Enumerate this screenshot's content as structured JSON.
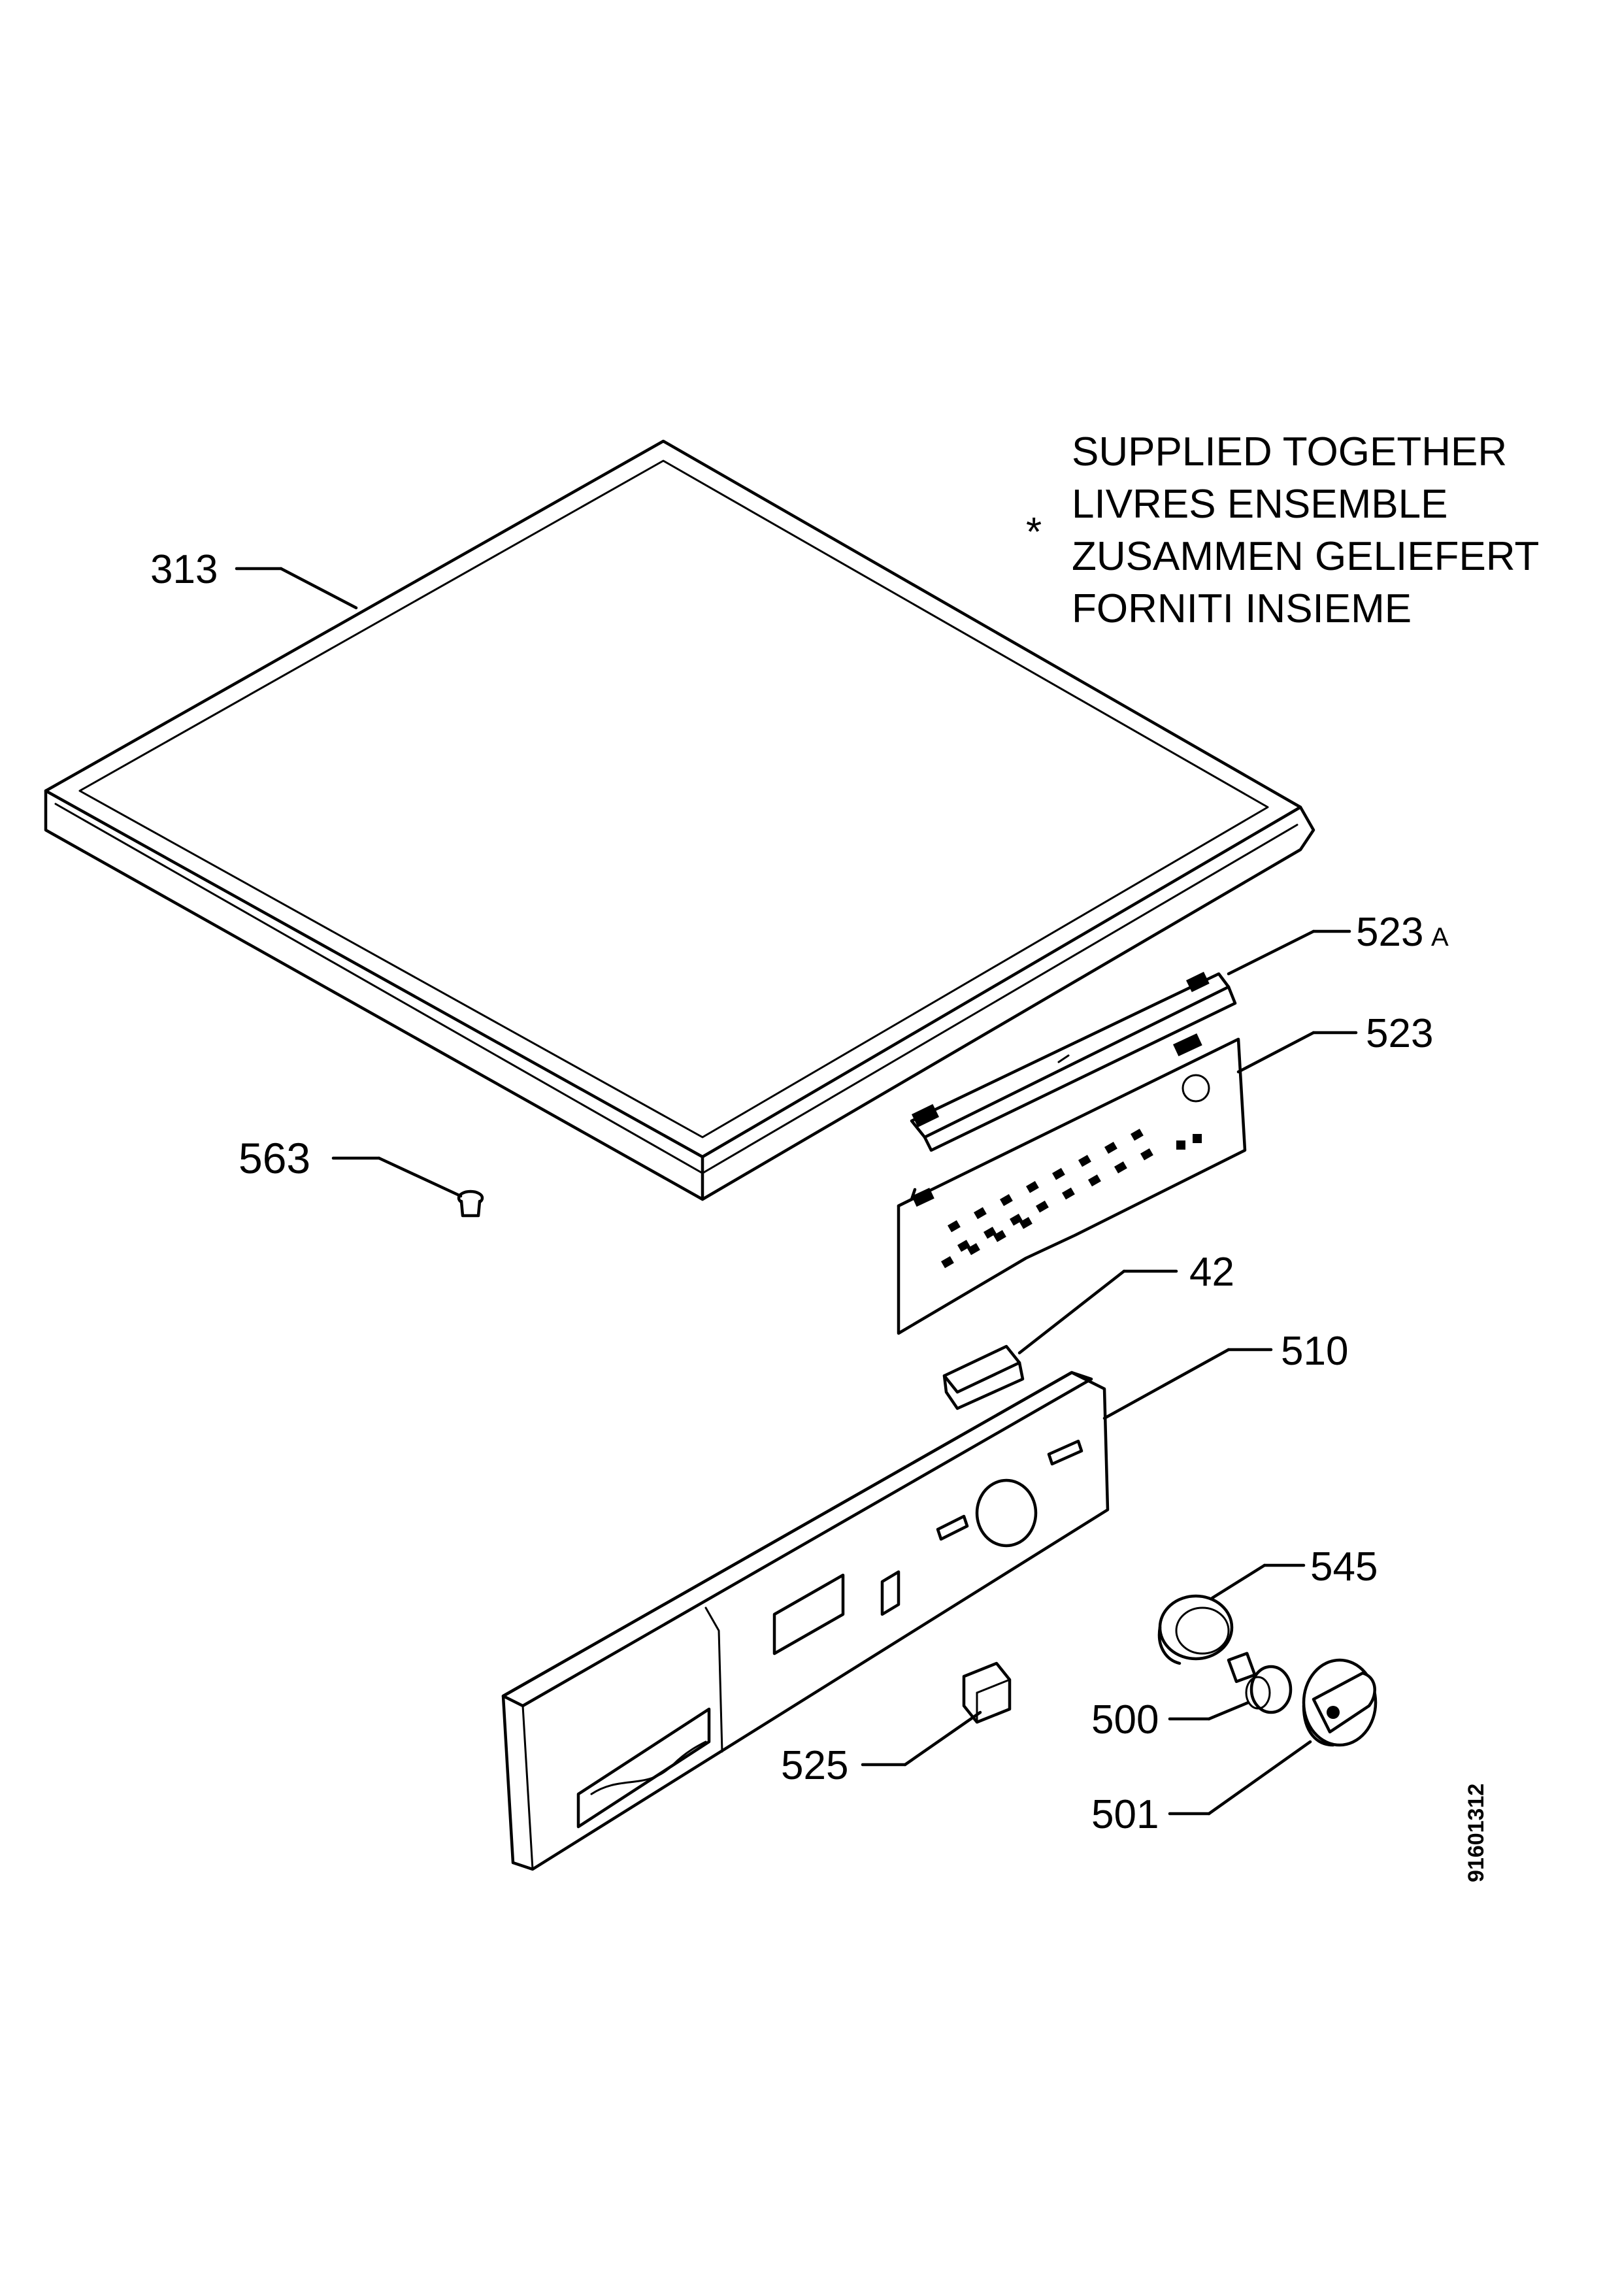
{
  "note": {
    "asterisk": "*",
    "lines": [
      "SUPPLIED TOGETHER",
      "LIVRES ENSEMBLE",
      "ZUSAMMEN GELIEFERT",
      "FORNITI INSIEME"
    ]
  },
  "callouts": {
    "p313": "313",
    "p523a_num": "523",
    "p523a_suffix": "A",
    "p523": "523",
    "p563": "563",
    "p42": "42",
    "p510": "510",
    "p545": "545",
    "p500": "500",
    "p525": "525",
    "p501": "501"
  },
  "doc_number": "91601312"
}
